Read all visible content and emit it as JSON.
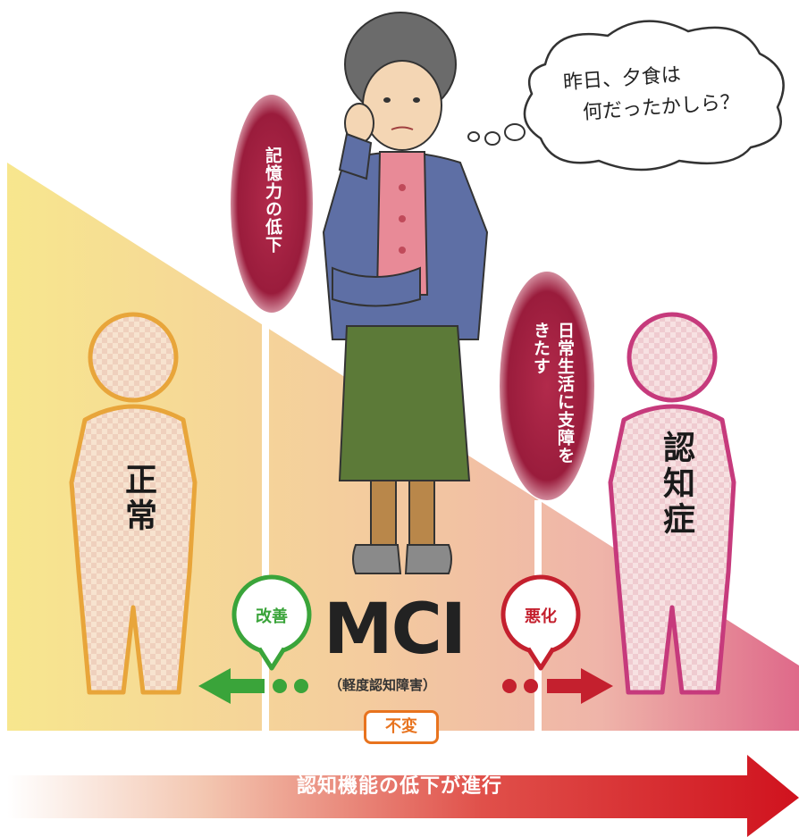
{
  "stages": {
    "normal": "正常",
    "mci": "MCI",
    "mci_sub": "（軽度認知障害）",
    "dementia": "認知症"
  },
  "transitions": {
    "memory_decline": "記憶力の低下",
    "daily_life": "日常生活に支障をきたす"
  },
  "outcomes": {
    "improve": "改善",
    "worsen": "悪化",
    "unchanged": "不変"
  },
  "thought": {
    "line1": "昨日、夕食は",
    "line2": "何だったかしら？"
  },
  "progress_label": "認知機能の低下が進行",
  "colors": {
    "improve": "#3aa43a",
    "worsen": "#c4202e",
    "unchanged": "#e8731e",
    "badge": "#9a1c3c"
  }
}
